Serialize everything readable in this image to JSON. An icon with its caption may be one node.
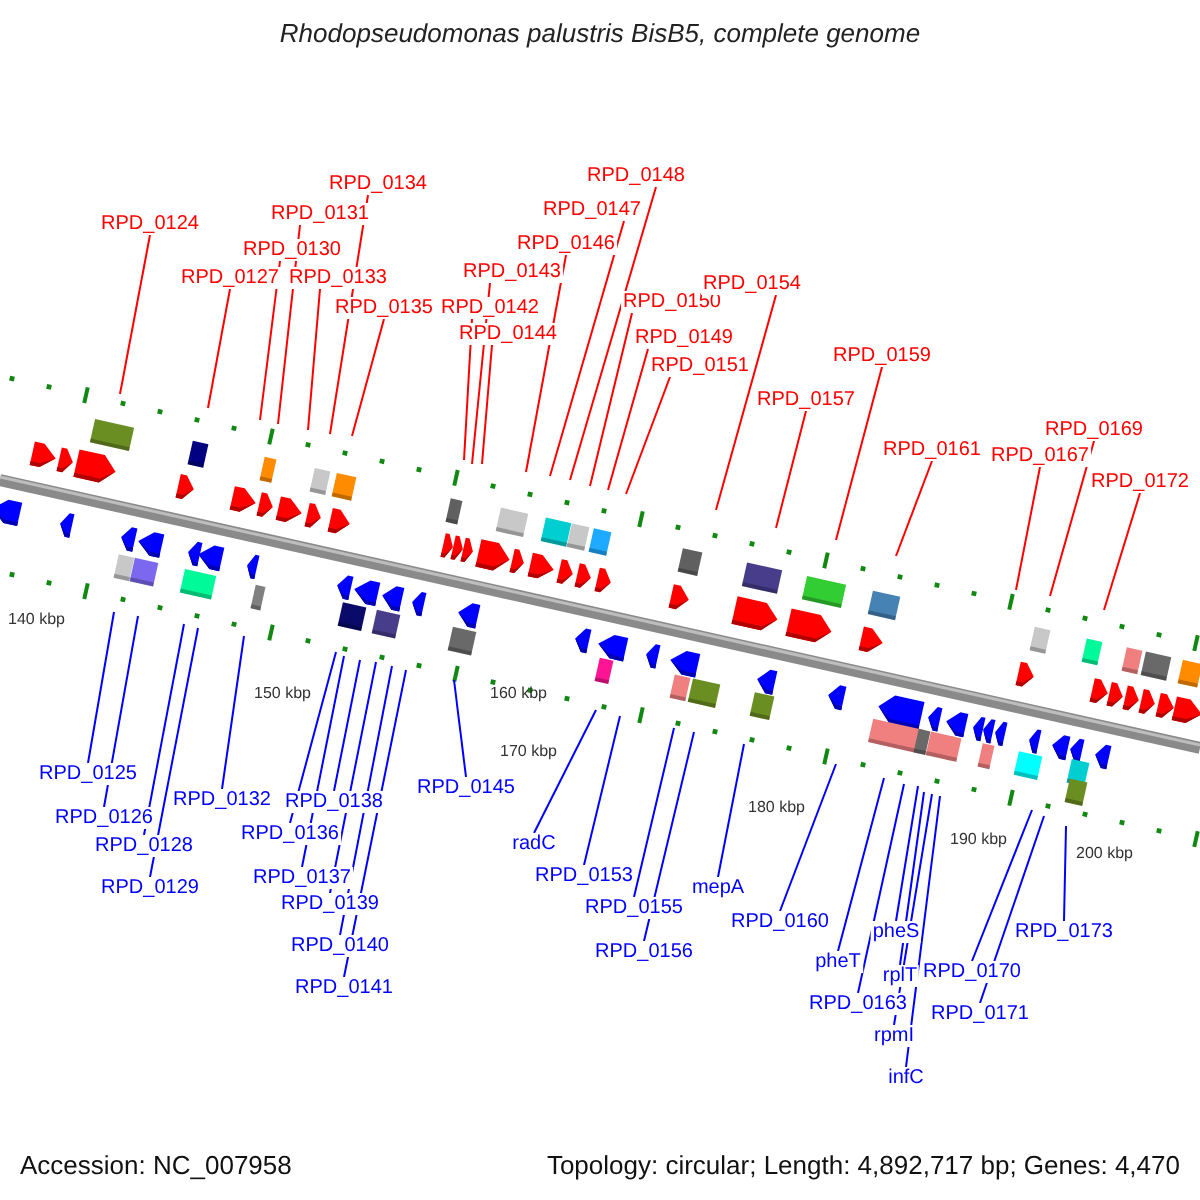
{
  "diagram": {
    "title": "Rhodopseudomonas palustris BisB5, complete genome",
    "nodes": [
      {
        "text": [
          "RPD_0124"
        ]
      },
      {
        "text": [
          "RPD_0127"
        ]
      },
      {
        "text": [
          "RPD_0130"
        ]
      },
      {
        "text": [
          "RPD_0131"
        ]
      },
      {
        "text": [
          "RPD_0133"
        ]
      },
      {
        "text": [
          "RPD_0134"
        ]
      },
      {
        "text": [
          "RPD_0135"
        ]
      },
      {
        "text": [
          "RPD_0142"
        ]
      },
      {
        "text": [
          "RPD_0143"
        ]
      },
      {
        "text": [
          "RPD_0144"
        ]
      },
      {
        "text": [
          "RPD_0146"
        ]
      },
      {
        "text": [
          "RPD_0147"
        ]
      },
      {
        "text": [
          "RPD_0148"
        ]
      },
      {
        "text": [
          "RPD_0149"
        ]
      },
      {
        "text": [
          "RPD_0150"
        ]
      },
      {
        "text": [
          "RPD_0151"
        ]
      },
      {
        "text": [
          "RPD_0154"
        ]
      },
      {
        "text": [
          "RPD_0157"
        ]
      },
      {
        "text": [
          "RPD_0159"
        ]
      },
      {
        "text": [
          "RPD_0161"
        ]
      },
      {
        "text": [
          "RPD_0167"
        ]
      },
      {
        "text": [
          "RPD_0169"
        ]
      },
      {
        "text": [
          "RPD_0172"
        ]
      },
      {
        "text": [
          "RPD_0125"
        ]
      },
      {
        "text": [
          "RPD_0126"
        ]
      },
      {
        "text": [
          "RPD_0128"
        ]
      },
      {
        "text": [
          "RPD_0129"
        ]
      },
      {
        "text": [
          "RPD_0132"
        ]
      },
      {
        "text": [
          "RPD_0138"
        ]
      },
      {
        "text": [
          "RPD_0136"
        ]
      },
      {
        "text": [
          "RPD_0137"
        ]
      },
      {
        "text": [
          "RPD_0139"
        ]
      },
      {
        "text": [
          "RPD_0140"
        ]
      },
      {
        "text": [
          "RPD_0141"
        ]
      },
      {
        "text": [
          "RPD_0145"
        ]
      },
      {
        "text": [
          "radC"
        ]
      },
      {
        "text": [
          "RPD_0153"
        ]
      },
      {
        "text": [
          "RPD_0155"
        ]
      },
      {
        "text": [
          "RPD_0156"
        ]
      },
      {
        "text": [
          "mepA"
        ]
      },
      {
        "text": [
          "RPD_0160"
        ]
      },
      {
        "text": [
          "pheT"
        ]
      },
      {
        "text": [
          "pheS"
        ]
      },
      {
        "text": [
          "RPD_0163"
        ]
      },
      {
        "text": [
          "rplT"
        ]
      },
      {
        "text": [
          "rpmI"
        ]
      },
      {
        "text": [
          "infC"
        ]
      },
      {
        "text": [
          "RPD_0170"
        ]
      },
      {
        "text": [
          "RPD_0171"
        ]
      },
      {
        "text": [
          "RPD_0173"
        ]
      }
    ],
    "edges": [
      {
        "from": 0,
        "to": null,
        "arrow": "none",
        "color": "#ff0000"
      },
      {
        "from": 1,
        "to": null,
        "arrow": "none",
        "color": "#ff0000"
      },
      {
        "from": 2,
        "to": null,
        "arrow": "none",
        "color": "#ff0000"
      },
      {
        "from": 3,
        "to": null,
        "arrow": "none",
        "color": "#ff0000"
      },
      {
        "from": 4,
        "to": null,
        "arrow": "none",
        "color": "#ff0000"
      },
      {
        "from": 5,
        "to": null,
        "arrow": "none",
        "color": "#ff0000"
      },
      {
        "from": 6,
        "to": null,
        "arrow": "none",
        "color": "#ff0000"
      },
      {
        "from": 7,
        "to": null,
        "arrow": "none",
        "color": "#ff0000"
      },
      {
        "from": 8,
        "to": null,
        "arrow": "none",
        "color": "#ff0000"
      },
      {
        "from": 9,
        "to": null,
        "arrow": "none",
        "color": "#ff0000"
      },
      {
        "from": 10,
        "to": null,
        "arrow": "none",
        "color": "#ff0000"
      },
      {
        "from": 11,
        "to": null,
        "arrow": "none",
        "color": "#ff0000"
      },
      {
        "from": 12,
        "to": null,
        "arrow": "none",
        "color": "#ff0000"
      },
      {
        "from": 13,
        "to": null,
        "arrow": "none",
        "color": "#ff0000"
      },
      {
        "from": 14,
        "to": null,
        "arrow": "none",
        "color": "#ff0000"
      },
      {
        "from": 15,
        "to": null,
        "arrow": "none",
        "color": "#ff0000"
      },
      {
        "from": 16,
        "to": null,
        "arrow": "none",
        "color": "#ff0000"
      },
      {
        "from": 17,
        "to": null,
        "arrow": "none",
        "color": "#ff0000"
      },
      {
        "from": 18,
        "to": null,
        "arrow": "none",
        "color": "#ff0000"
      },
      {
        "from": 19,
        "to": null,
        "arrow": "none",
        "color": "#ff0000"
      },
      {
        "from": 20,
        "to": null,
        "arrow": "none",
        "color": "#ff0000"
      },
      {
        "from": 21,
        "to": null,
        "arrow": "none",
        "color": "#ff0000"
      },
      {
        "from": 22,
        "to": null,
        "arrow": "none",
        "color": "#ff0000"
      },
      {
        "from": 23,
        "to": null,
        "arrow": "none"
      },
      {
        "from": 24,
        "to": null,
        "arrow": "none"
      },
      {
        "from": 25,
        "to": null,
        "arrow": "none"
      },
      {
        "from": 26,
        "to": null,
        "arrow": "none"
      },
      {
        "from": 27,
        "to": null,
        "arrow": "none"
      },
      {
        "from": 28,
        "to": null,
        "arrow": "none"
      },
      {
        "from": 29,
        "to": null,
        "arrow": "none"
      },
      {
        "from": 30,
        "to": null,
        "arrow": "none"
      },
      {
        "from": 31,
        "to": null,
        "arrow": "none"
      },
      {
        "from": 32,
        "to": null,
        "arrow": "none"
      },
      {
        "from": 33,
        "to": null,
        "arrow": "none"
      },
      {
        "from": 34,
        "to": null,
        "arrow": "none"
      },
      {
        "from": 35,
        "to": null,
        "arrow": "none"
      },
      {
        "from": 36,
        "to": null,
        "arrow": "none"
      },
      {
        "from": 37,
        "to": null,
        "arrow": "none"
      },
      {
        "from": 38,
        "to": null,
        "arrow": "none"
      },
      {
        "from": 39,
        "to": null,
        "arrow": "none"
      },
      {
        "from": 40,
        "to": null,
        "arrow": "none"
      },
      {
        "from": 41,
        "to": null,
        "arrow": "none"
      },
      {
        "from": 42,
        "to": null,
        "arrow": "none"
      },
      {
        "from": 43,
        "to": null,
        "arrow": "none"
      },
      {
        "from": 44,
        "to": null,
        "arrow": "none"
      },
      {
        "from": 45,
        "to": null,
        "arrow": "none"
      },
      {
        "from": 46,
        "to": null,
        "arrow": "none"
      },
      {
        "from": 47,
        "to": null,
        "arrow": "none"
      },
      {
        "from": 48,
        "to": null,
        "arrow": "none"
      },
      {
        "from": 49,
        "to": null,
        "arrow": "none"
      }
    ],
    "labels": [
      "140 kbp",
      "150 kbp",
      "160 kbp",
      "170 kbp",
      "180 kbp",
      "190 kbp",
      "200 kbp",
      "Accession: NC_007958",
      "Topology: circular; Length: 4,892,717 bp; Genes: 4,470"
    ]
  }
}
